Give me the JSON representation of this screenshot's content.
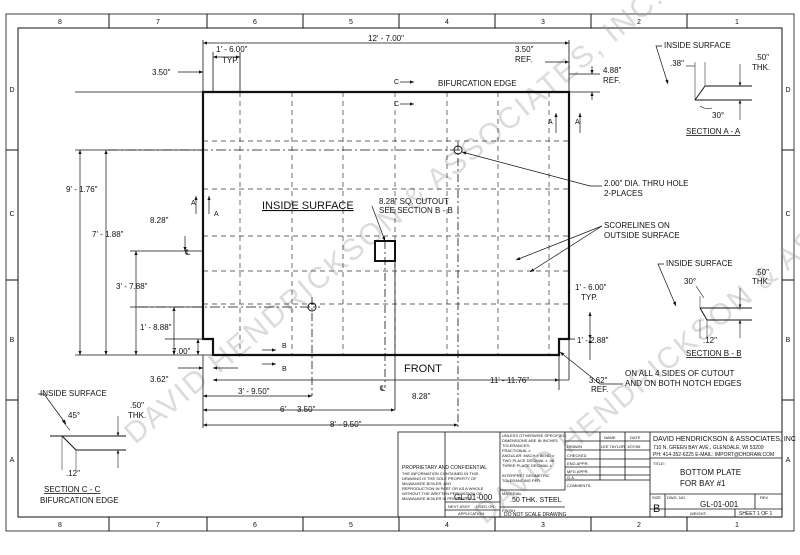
{
  "border": {
    "cols_top": [
      "8",
      "7",
      "6",
      "5",
      "4",
      "3",
      "2",
      "1"
    ],
    "cols_bottom": [
      "8",
      "7",
      "6",
      "5",
      "4",
      "3",
      "2",
      "1"
    ],
    "rows_left": [
      "D",
      "C",
      "B",
      "A"
    ],
    "rows_right": [
      "D",
      "C",
      "B",
      "A"
    ]
  },
  "plate": {
    "edge_top": "BIFURCATION EDGE",
    "edge_bottom": "FRONT",
    "inside_surface": "INSIDE SURFACE",
    "cutout_note": [
      "8.28\" SQ. CUTOUT",
      "SEE SECTION B - B"
    ],
    "cl": "℄"
  },
  "dims": {
    "overall_width": "12' - 7.00\"",
    "spacing_typ": [
      "1' - 6.00\"",
      "TYP."
    ],
    "left_offset": "3.50\"",
    "right_ref": [
      "3.50\"",
      "REF."
    ],
    "top_ref": [
      "4.88\"",
      "REF."
    ],
    "overall_height": "9' - 1.76\"",
    "hole_height": "7' - 1.88\"",
    "cl_height": "3' - 7.88\"",
    "hole2_height": "1' - 8.88\"",
    "notch_height": "7.00\"",
    "left_side": "8.28\"",
    "notch_width": "3.62\"",
    "right_spacing": [
      "1' - 6.00\"",
      "TYP."
    ],
    "right_notch_h": "1' - 2.88\"",
    "bottom_right": "11' - 11.76\"",
    "bottom_right_ref": [
      "3.62\"",
      "REF."
    ],
    "bottom_1": "3' - 9.50\"",
    "bottom_2a": "6'",
    "bottom_2b": "3.50\"",
    "bottom_cut": "8.28\"",
    "bottom_3": "8' - 9.50\""
  },
  "section_markers": {
    "a": "A",
    "b": "B",
    "c": "C"
  },
  "callouts": {
    "hole": [
      "2.00\" DIA. THRU HOLE",
      "2-PLACES"
    ],
    "scorelines": [
      "SCORELINES ON",
      "OUTSIDE SURFACE"
    ],
    "bevel_note": [
      "ON ALL 4 SIDES OF CUTOUT",
      "AND ON BOTH NOTCH EDGES"
    ]
  },
  "section_a": {
    "label": "INSIDE SURFACE",
    "thk": [
      ".50\"",
      "THK."
    ],
    "dim": ".38\"",
    "angle": "30°",
    "title": "SECTION A - A"
  },
  "section_b": {
    "label": "INSIDE SURFACE",
    "thk": [
      ".50\"",
      "THK."
    ],
    "dim": ".12\"",
    "angle": "30°",
    "title": "SECTION B - B"
  },
  "section_c": {
    "label": "INSIDE SURFACE",
    "thk": [
      ".50\"",
      "THK."
    ],
    "dim": ".12\"",
    "angle": "45°",
    "title": "SECTION C - C",
    "subtitle": "BIFURCATION EDGE"
  },
  "watermark": [
    "DAVID HENDRICKSON & ASSOCIATES, INC.",
    "DAVID HENDRICKSON & ASSOCIATES, INC."
  ],
  "title_block": {
    "company": "DAVID HENDRICKSON & ASSOCIATES, INC",
    "address": "710 N. GREEN BAY AVE., GLENDALE, WI 53209",
    "contact": "PH: 414-352-6225  E-MAIL: IMPORT@DHDRAW.COM",
    "title_label": "TITLE:",
    "title": [
      "BOTTOM PLATE",
      "FOR BAY #1"
    ],
    "size_label": "SIZE",
    "size": "B",
    "dwg_label": "DWG. NO.",
    "dwg": "GL-01-001",
    "rev_label": "REV",
    "weight_label": "WEIGHT:",
    "sheet": "SHEET 1 OF 1",
    "name_label": "NAME",
    "date_label": "DATE",
    "drawn_label": "DRAWN",
    "drawn_name": "LEE TAYLOR",
    "drawn_date": "1/07/06",
    "checked_label": "CHECKED",
    "eng_appr": "ENG APPR.",
    "mfg_appr": "MFG APPR.",
    "qa": "Q.A.",
    "comments": "COMMENTS:",
    "spec_lines": [
      "UNLESS OTHERWISE SPECIFIED:",
      "DIMENSIONS ARE IN INCHES",
      "TOLERANCES:",
      "FRACTIONAL ±",
      "ANGULAR: MACH ±   BEND ±",
      "TWO PLACE DECIMAL  ±  .06",
      "THREE PLACE DECIMAL ±",
      "INTERPRET GEOMETRIC",
      "TOLERANCING PER:"
    ],
    "material_label": "MATERIAL",
    "material": ".50 THK. STEEL",
    "finish_label": "FINISH",
    "assembly": "GL-01-000",
    "next_assy": "NEXT ASSY",
    "used_on": "USED ON",
    "application": "APPLICATION",
    "no_scale": "DO NOT SCALE DRAWING",
    "proprietary": [
      "PROPRIETARY AND CONFIDENTIAL",
      "THE INFORMATION CONTAINED IN THIS",
      "DRAWING IS THE SOLE PROPERTY OF",
      "MILWAUKEE BOILER. ANY",
      "REPRODUCTION IN PART OR AS A WHOLE",
      "WITHOUT THE WRITTEN PERMISSION OF",
      "MILWAUKEE BOILER IS PROHIBITED."
    ]
  }
}
